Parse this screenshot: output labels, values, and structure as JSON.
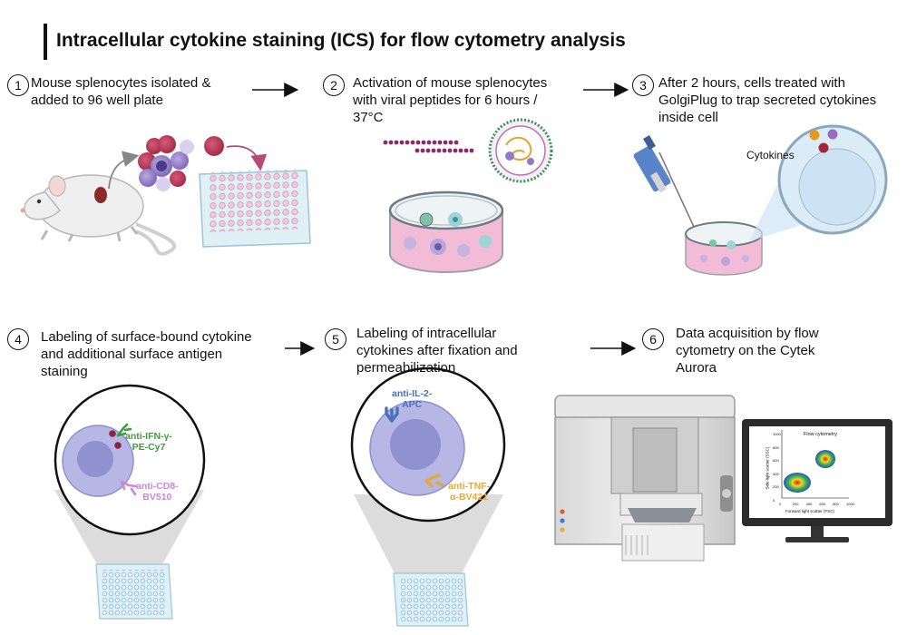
{
  "title": "Intracellular cytokine staining (ICS) for flow cytometry analysis",
  "steps": [
    {
      "number": "1",
      "lines": [
        "Mouse splenocytes isolated &",
        "added to 96 well plate"
      ]
    },
    {
      "number": "2",
      "lines": [
        "Activation of mouse splenocytes",
        "with viral peptides for 6 hours /",
        "37°C"
      ]
    },
    {
      "number": "3",
      "lines": [
        "After 2 hours, cells treated with",
        "GolgiPlug to trap secreted cytokines",
        "inside cell"
      ]
    },
    {
      "number": "4",
      "lines": [
        "Labeling of surface-bound cytokine",
        "and additional surface antigen",
        "staining"
      ]
    },
    {
      "number": "5",
      "lines": [
        "Labeling of intracellular",
        "cytokines after fixation and",
        "permeabilization"
      ]
    },
    {
      "number": "6",
      "lines": [
        "Data acquisition by flow",
        "cytometry on the Cytek",
        "Aurora"
      ]
    }
  ],
  "labels": {
    "cytokines": "Cytokines",
    "anti_ifn": [
      "anti-IFN-γ-",
      "PE-Cy7"
    ],
    "anti_cd8": [
      "anti-CD8-",
      "BV510"
    ],
    "anti_il2": [
      "anti-IL-2-",
      "APC"
    ],
    "anti_tnf": [
      "anti-TNF-",
      "α-BV421"
    ]
  },
  "monitor": {
    "plot_title": "Flow cytometry",
    "x_axis_label": "Forward light scatter (FSC)",
    "y_axis_label": "Side light scatter (SSC)",
    "x_ticks": [
      "0",
      "200",
      "400",
      "600",
      "800",
      "1000"
    ],
    "y_ticks": [
      "0",
      "200",
      "400",
      "600",
      "800",
      "1000"
    ]
  },
  "colors": {
    "ifn": "#3f9b3f",
    "cd8": "#c98ad8",
    "il2": "#4a70b8",
    "tnf": "#e3a93a",
    "cell_pink": "#c23c5a",
    "cell_purple": "#8f7bc6",
    "dish_pink": "#e79bc4",
    "magnify_blue": "#cfe4f3"
  }
}
